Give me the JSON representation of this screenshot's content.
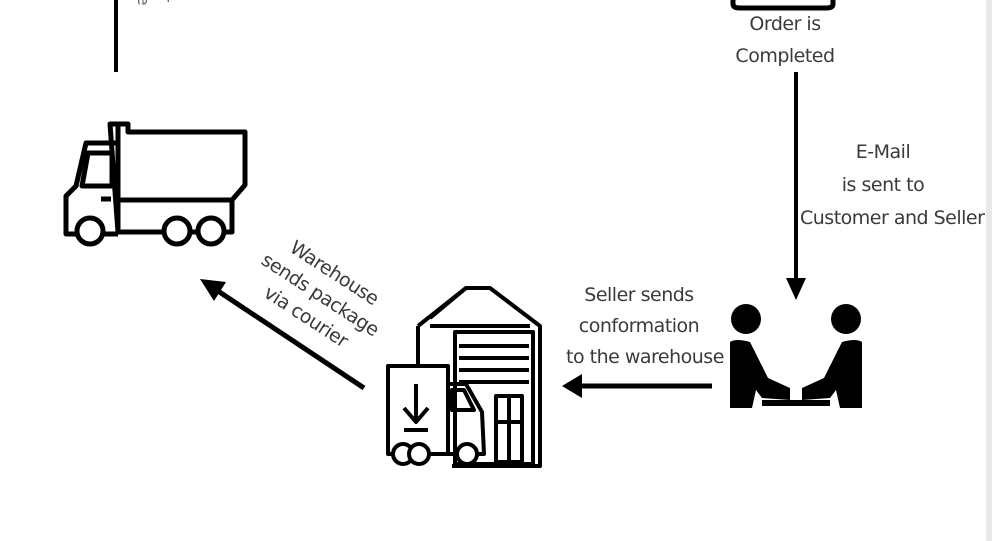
{
  "labels": {
    "order_completed": [
      "Order is",
      "Completed"
    ],
    "email_sent": [
      "E-Mail",
      "is sent to",
      "Customer and Seller"
    ],
    "seller_sends": [
      "Seller sends",
      "conformation",
      "to the warehouse"
    ],
    "warehouse_sends": [
      "Warehouse",
      "sends package",
      "via courier"
    ],
    "top_left_fragment": [
      "er",
      "he",
      "e"
    ]
  },
  "colors": {
    "line": "#000000",
    "text": "#3a3a3a"
  },
  "icons": [
    "delivery-truck-icon",
    "warehouse-icon",
    "meeting-people-icon",
    "order-box-icon"
  ]
}
